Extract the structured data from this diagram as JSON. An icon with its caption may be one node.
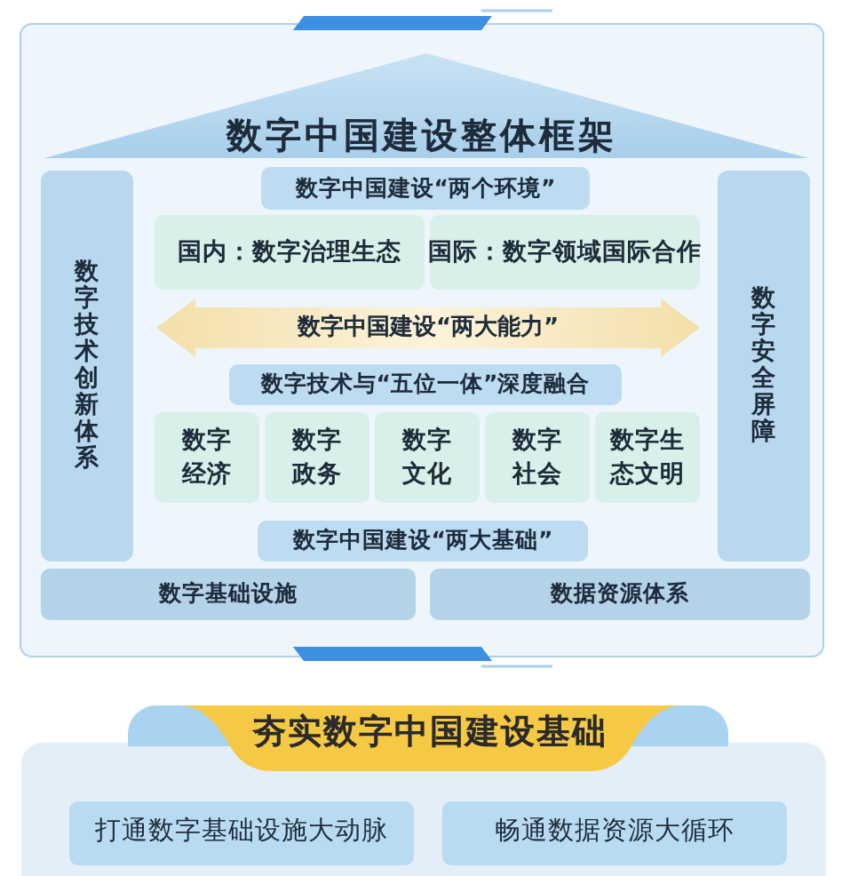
{
  "diagram": {
    "nodes": [
      {
        "text": [
          "数字中国建设整体框架"
        ]
      },
      {
        "text": [
          "数字技术创新体系"
        ],
        "in": 0
      },
      {
        "text": [
          "数字中国建设“两个环境”"
        ],
        "in": 0
      },
      {
        "text": [
          "国内：数字治理生态"
        ],
        "in": 0
      },
      {
        "text": [
          "国际：数字领域国际合作"
        ],
        "in": 0
      },
      {
        "text": [
          "数字中国建设“两大能力”"
        ],
        "in": 0
      },
      {
        "text": [
          "数字技术与“五位一体”深度融合"
        ],
        "in": 0
      },
      {
        "text": [
          "数字经济"
        ],
        "in": 0
      },
      {
        "text": [
          "数字政务"
        ],
        "in": 0
      },
      {
        "text": [
          "数字文化"
        ],
        "in": 0
      },
      {
        "text": [
          "数字社会"
        ],
        "in": 0
      },
      {
        "text": [
          "数字生态文明"
        ],
        "in": 0
      },
      {
        "text": [
          "数字中国建设“两大基础”"
        ],
        "in": 0
      },
      {
        "text": [
          "数字安全屏障"
        ],
        "in": 0
      },
      {
        "text": [
          "数字基础设施"
        ],
        "in": 0
      },
      {
        "text": [
          "数据资源体系"
        ],
        "in": 0
      },
      {
        "text": [
          "夯实数字中国建设基础"
        ]
      },
      {
        "text": [
          "打通数字基础设施大动脉"
        ],
        "in": 16
      },
      {
        "text": [
          "畅通数据资源大循环"
        ],
        "in": 16
      }
    ]
  }
}
